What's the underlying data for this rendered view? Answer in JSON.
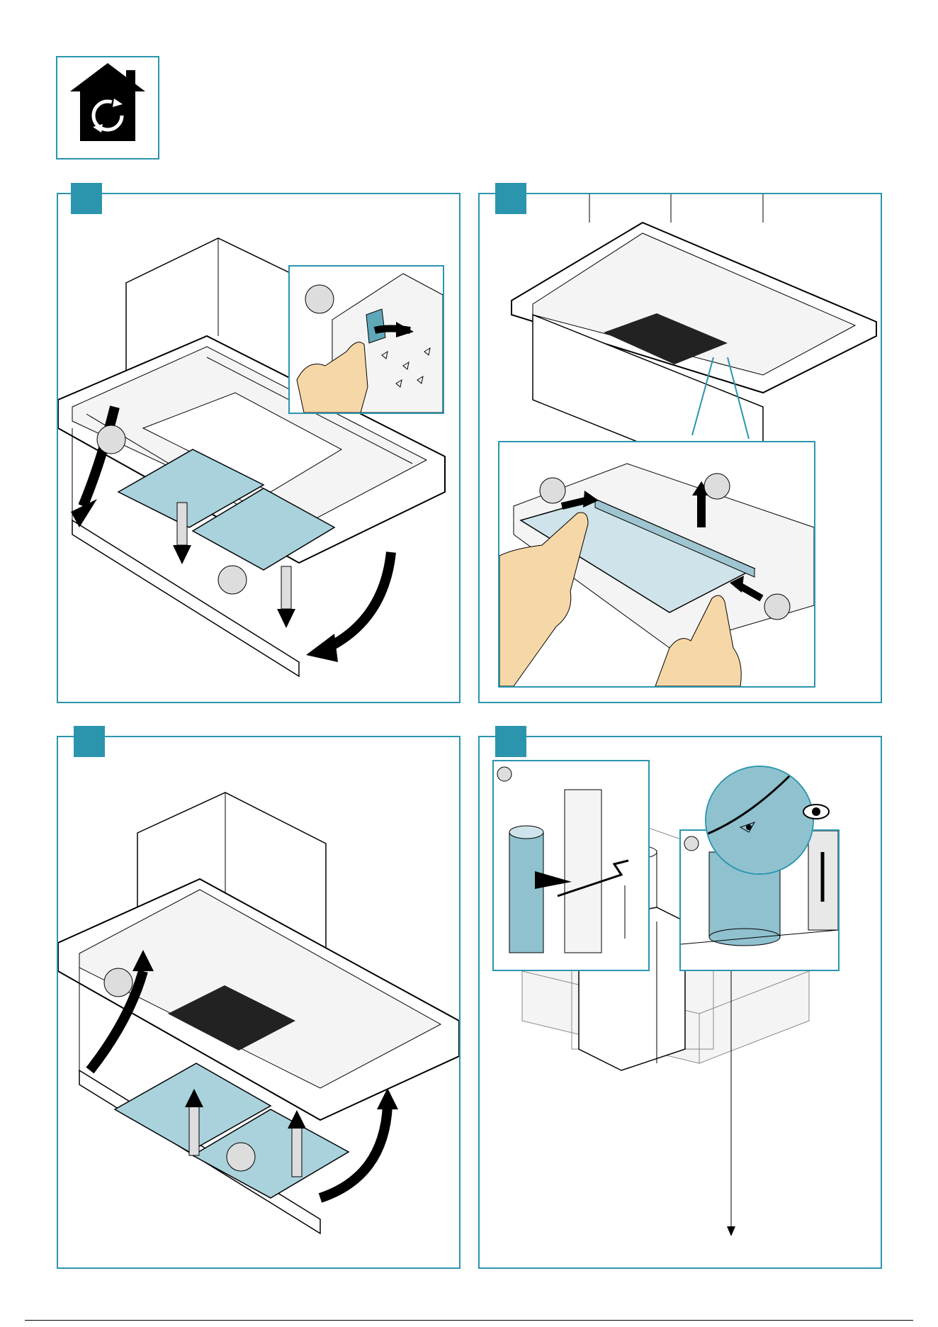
{
  "page": {
    "accent_color": "#2b95ae",
    "filter_color": "#a9d2dc",
    "icon": "house-recirculation-icon",
    "panels": [
      {
        "id": "panel-1",
        "content": "remove-filters-illustration"
      },
      {
        "id": "panel-2",
        "content": "detach-filter-illustration"
      },
      {
        "id": "panel-3",
        "content": "refit-filters-illustration"
      },
      {
        "id": "panel-4",
        "content": "duct-installation-illustration"
      }
    ]
  }
}
